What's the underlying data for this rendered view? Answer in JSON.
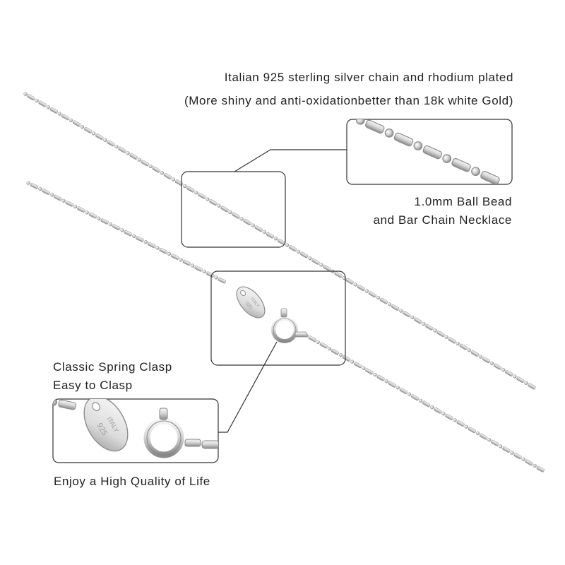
{
  "headline": {
    "line1": "Italian 925 sterling silver chain and rhodium plated",
    "line2": "(More shiny and anti-oxidationbetter than 18k white Gold)"
  },
  "bead_caption": {
    "line1": "1.0mm Ball Bead",
    "line2": "and Bar Chain Necklace"
  },
  "clasp_caption": {
    "line1": "Classic Spring Clasp",
    "line2": "Easy to Clasp"
  },
  "footer_caption": "Enjoy a High Quality of Life",
  "tag_text": {
    "stamp": "ITALY",
    "purity": "925"
  },
  "colors": {
    "text": "#222222",
    "callout_border": "#333333",
    "silver_light": "#f4f4f4",
    "silver_mid": "#c9c9c9",
    "silver_dark": "#7d7d7d"
  }
}
